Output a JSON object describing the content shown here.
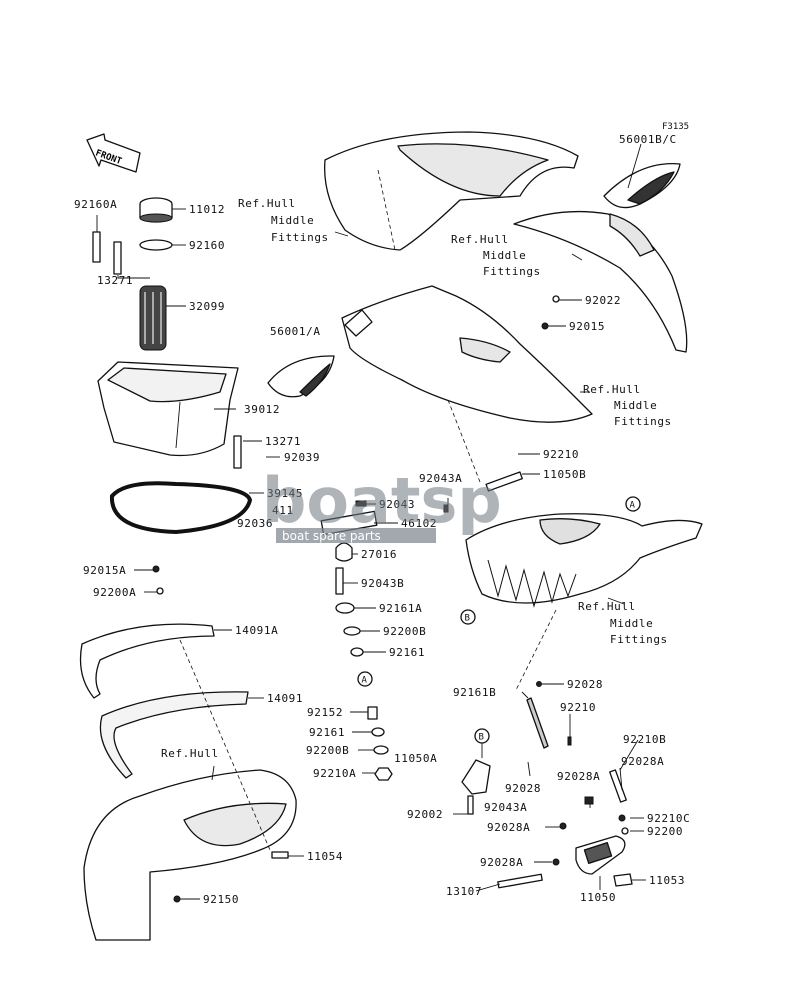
{
  "figure_code": "F3135",
  "front_label": "FRONT",
  "watermark": {
    "brand": "boatsp",
    "sub": "boat spare parts"
  },
  "parts": {
    "p92160A": "92160A",
    "p11012": "11012",
    "p92160": "92160",
    "p13271a": "13271",
    "p32099": "32099",
    "p56001A": "56001/A",
    "p39012": "39012",
    "p13271b": "13271",
    "p92039": "92039",
    "p39145": "39145",
    "p411": "411",
    "p92043": "92043",
    "p92036": "92036",
    "p46102": "46102",
    "p27016": "27016",
    "p92043B": "92043B",
    "p92161A": "92161A",
    "p92200B": "92200B",
    "p92161": "92161",
    "p92152": "92152",
    "p92161b": "92161",
    "p92200Bb": "92200B",
    "p92210A": "92210A",
    "p92015A": "92015A",
    "p92200A": "92200A",
    "p14091A": "14091A",
    "p14091": "14091",
    "p11054": "11054",
    "p92150": "92150",
    "p56001BC": "56001B/C",
    "p92022": "92022",
    "p92015": "92015",
    "p92210": "92210",
    "p92043A": "92043A",
    "p11050B": "11050B",
    "p92028": "92028",
    "p92161B": "92161B",
    "p92210b": "92210",
    "p92210B": "92210B",
    "p11050A": "11050A",
    "p92028b": "92028",
    "p92028A": "92028A",
    "p92028Ab": "92028A",
    "p92002": "92002",
    "p92043Ab": "92043A",
    "p92028Ac": "92028A",
    "p92210C": "92210C",
    "p92200": "92200",
    "p92028Ad": "92028A",
    "p13107": "13107",
    "p11050": "11050",
    "p11053": "11053"
  },
  "ref_labels": {
    "r1": [
      "Ref.Hull",
      "Middle",
      "Fittings"
    ],
    "r2": [
      "Ref.Hull",
      "Middle",
      "Fittings"
    ],
    "r3": [
      "Ref.Hull",
      "Middle",
      "Fittings"
    ],
    "r4": [
      "Ref.Hull",
      "Middle",
      "Fittings"
    ],
    "r5": [
      "Ref.Hull"
    ]
  },
  "markers": {
    "a": "A",
    "b": "B"
  }
}
